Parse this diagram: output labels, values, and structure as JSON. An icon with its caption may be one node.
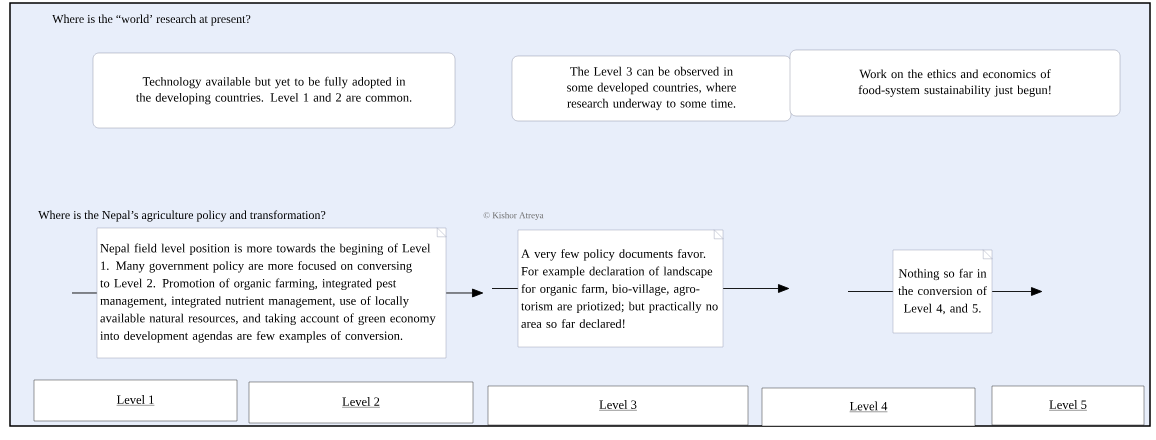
{
  "diagram": {
    "nodes": [
      {
        "text": [
          "Technology available but yet to be fully adopted in the developing countries. Level 1 and 2 are common."
        ]
      },
      {
        "text": [
          "The Level 3 can be observed in some developed countries, where  research underway to some time."
        ]
      },
      {
        "text": [
          "Work on the ethics and economics of food-system sustainability just begun!"
        ]
      },
      {
        "text": [
          "Nepal field level position is more towards the begining of Level 1. Many government policy are more focused on conversing to Level 2. Promotion of organic farming, integrated pest management, integrated nutrient management, use of locally available natural resources, and taking account of green economy into development agendas are few examples of conversion."
        ]
      },
      {
        "text": [
          "A very few policy documents favor.  For example declaration of landscape for organic farm, bio-village, agro-torism are priotized; but practically no area so far declared!"
        ]
      },
      {
        "text": [
          "Nothing so far in the conversion of Level 4, and 5."
        ]
      },
      {
        "text": [
          "Level 1"
        ]
      },
      {
        "text": [
          "Level 2"
        ]
      },
      {
        "text": [
          "Level 3"
        ]
      },
      {
        "text": [
          "Level 4"
        ]
      },
      {
        "text": [
          "Level 5"
        ]
      }
    ],
    "edges": [
      {
        "from": null,
        "to": 3,
        "arrow": "none"
      },
      {
        "from": 3,
        "to": null,
        "arrow": "to"
      },
      {
        "from": null,
        "to": 4,
        "arrow": "none"
      },
      {
        "from": 4,
        "to": null,
        "arrow": "to"
      },
      {
        "from": null,
        "to": 5,
        "arrow": "none"
      },
      {
        "from": 5,
        "to": null,
        "arrow": "to"
      }
    ],
    "labels": [
      "Where is the “world’ research at present?",
      "Where is the Nepal’s agriculture policy and transformation?",
      "© Kishor Atreya"
    ]
  }
}
